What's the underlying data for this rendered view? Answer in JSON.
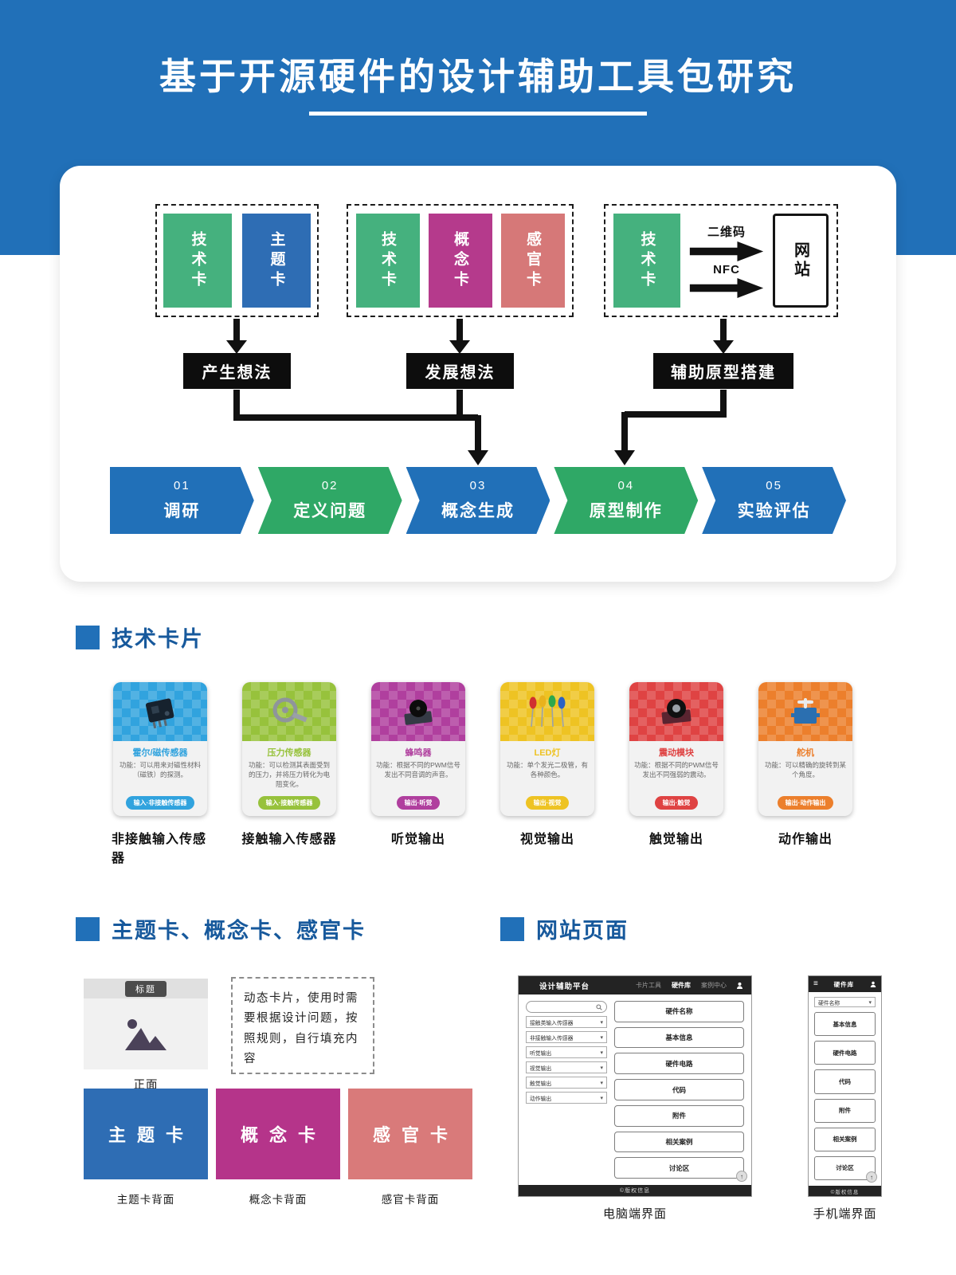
{
  "header": {
    "title": "基于开源硬件的设计辅助工具包研究"
  },
  "colors": {
    "brand_blue": "#2170b8",
    "heading_blue": "#17599c",
    "flow_green": "#45b17e",
    "flow_blue": "#2e6db4",
    "flow_magenta": "#b53a8c",
    "flow_salmon": "#d67878",
    "step_blue": "#2170b8",
    "step_green": "#2fa866"
  },
  "glyphs": {
    "caret": "▾",
    "up_arrow": "↑",
    "menu": "≡"
  },
  "flow": {
    "group1": {
      "card1": "技术卡",
      "card2": "主题卡",
      "action": "产生想法"
    },
    "group2": {
      "card1": "技术卡",
      "card2": "概念卡",
      "card3": "感官卡",
      "action": "发展想法"
    },
    "group3": {
      "card1": "技术卡",
      "arrow1_label": "二维码",
      "arrow2_label": "NFC",
      "website": "网站",
      "action": "辅助原型搭建"
    },
    "steps": [
      {
        "num": "01",
        "label": "调研"
      },
      {
        "num": "02",
        "label": "定义问题"
      },
      {
        "num": "03",
        "label": "概念生成"
      },
      {
        "num": "04",
        "label": "原型制作"
      },
      {
        "num": "05",
        "label": "实验评估"
      }
    ]
  },
  "tech": {
    "heading": "技术卡片",
    "cards": [
      {
        "name": "霍尔/磁传感器",
        "desc": "功能：可以用来对磁性材料（磁铁）的探测。",
        "tag": "输入·非接触传感器",
        "caption": "非接触输入传感器",
        "color": "#31a3de"
      },
      {
        "name": "压力传感器",
        "desc": "功能：可以检测其表面受到的压力，并将压力转化为电阻变化。",
        "tag": "输入·接触传感器",
        "caption": "接触输入传感器",
        "color": "#97c23c"
      },
      {
        "name": "蜂鸣器",
        "desc": "功能：根据不同的PWM信号发出不同音调的声音。",
        "tag": "输出·听觉",
        "caption": "听觉输出",
        "color": "#b03f9e"
      },
      {
        "name": "LED灯",
        "desc": "功能：单个发光二极管，有各种颜色。",
        "tag": "输出·视觉",
        "caption": "视觉输出",
        "color": "#eec323"
      },
      {
        "name": "震动模块",
        "desc": "功能：根据不同的PWM信号发出不同强弱的震动。",
        "tag": "输出·触觉",
        "caption": "触觉输出",
        "color": "#df4343"
      },
      {
        "name": "舵机",
        "desc": "功能：可以精确的旋转到某个角度。",
        "tag": "输出·动作输出",
        "caption": "动作输出",
        "color": "#ec7f2c"
      }
    ]
  },
  "cards_section": {
    "heading": "主题卡、概念卡、感官卡",
    "front": {
      "badge": "标题",
      "caption": "正面"
    },
    "note": "动态卡片，使用时需要根据设计问题，按照规则，自行填充内容",
    "backs": [
      {
        "label": "主题卡",
        "caption": "主题卡背面",
        "color": "#2e6db4"
      },
      {
        "label": "概念卡",
        "caption": "概念卡背面",
        "color": "#b5348a"
      },
      {
        "label": "感官卡",
        "caption": "感官卡背面",
        "color": "#d97a7a"
      }
    ]
  },
  "website": {
    "heading": "网站页面",
    "desktop": {
      "brand": "设计辅助平台",
      "nav": [
        "卡片工具",
        "硬件库",
        "案例中心"
      ],
      "filters": [
        "接触类输入传感器",
        "非接触输入传感器",
        "听觉输出",
        "视觉输出",
        "触觉输出",
        "动作输出"
      ],
      "buttons": [
        "硬件名称",
        "基本信息",
        "硬件电路",
        "代码",
        "附件",
        "相关案例",
        "讨论区"
      ],
      "footer": "©版权信息",
      "caption": "电脑端界面"
    },
    "mobile": {
      "brand": "硬件库",
      "dropdown": "硬件名称",
      "buttons": [
        "基本信息",
        "硬件电路",
        "代码",
        "附件",
        "相关案例",
        "讨论区"
      ],
      "footer": "©版权信息",
      "caption": "手机端界面"
    }
  }
}
